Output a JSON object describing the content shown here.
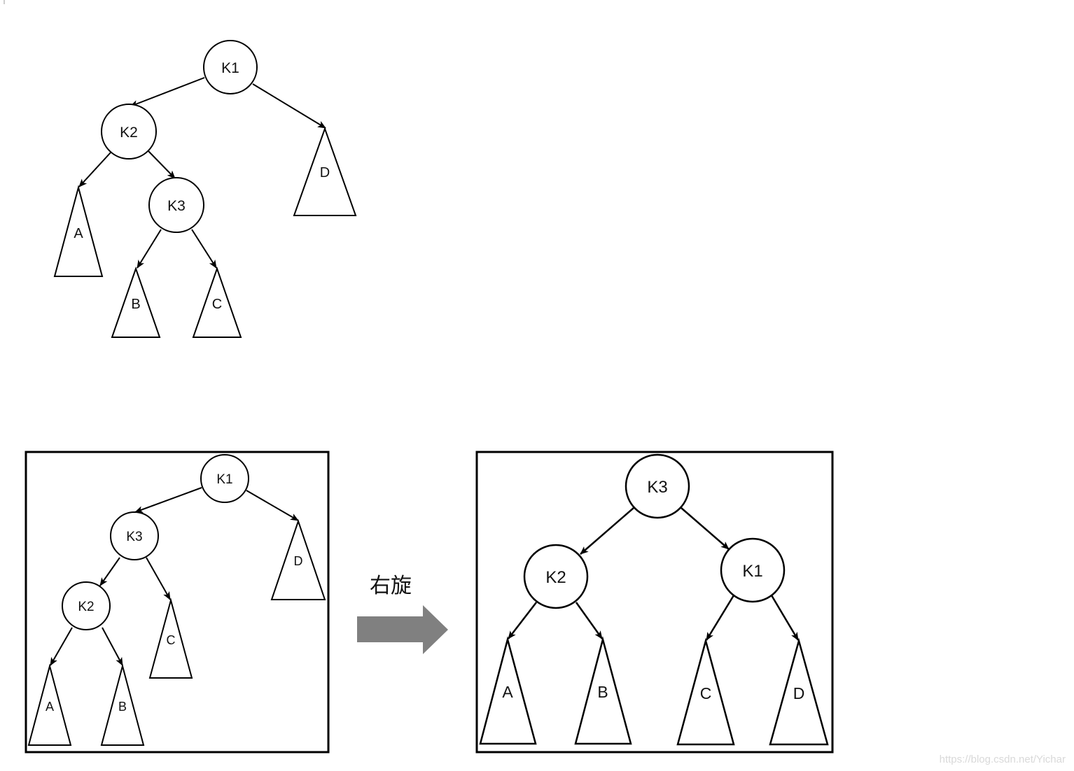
{
  "diagram_1": {
    "nodes": {
      "k1": "K1",
      "k2": "K2",
      "k3": "K3"
    },
    "subtrees": {
      "a": "A",
      "b": "B",
      "c": "C",
      "d": "D"
    }
  },
  "diagram_2": {
    "nodes": {
      "k1": "K1",
      "k3": "K3",
      "k2": "K2"
    },
    "subtrees": {
      "a": "A",
      "b": "B",
      "c": "C",
      "d": "D"
    }
  },
  "diagram_3": {
    "nodes": {
      "k3": "K3",
      "k2": "K2",
      "k1": "K1"
    },
    "subtrees": {
      "a": "A",
      "b": "B",
      "c": "C",
      "d": "D"
    }
  },
  "transition": {
    "label": "右旋",
    "arrow_color": "#808080",
    "arrow_icon": "right-arrow-icon"
  },
  "watermark": "https://blog.csdn.net/Yichar"
}
